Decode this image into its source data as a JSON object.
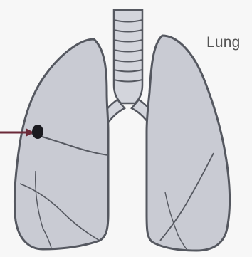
{
  "label": {
    "text": "Lung"
  },
  "colors": {
    "lung_fill": "#c9cbd3",
    "outline": "#555860",
    "nodule": "#1a1a1f",
    "arrow": "#6b2a38",
    "background": "#f7f7f7"
  },
  "icons": {
    "nodule": "dark-spot",
    "pointer": "arrow"
  }
}
